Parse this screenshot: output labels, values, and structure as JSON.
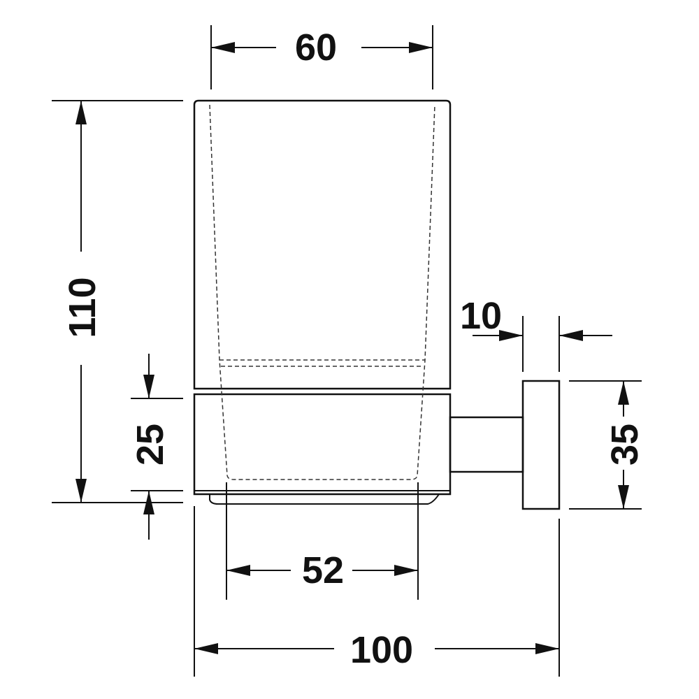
{
  "dimensions": {
    "top_width": "60",
    "overall_height": "110",
    "wall_offset": "10",
    "band_height": "25",
    "base_width": "52",
    "mount_height": "35",
    "overall_depth": "100"
  },
  "colors": {
    "line": "#111111",
    "background": "#ffffff"
  }
}
